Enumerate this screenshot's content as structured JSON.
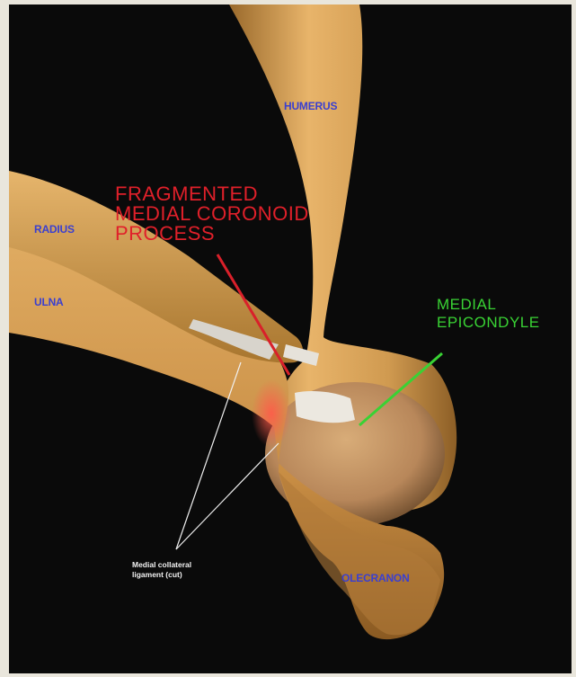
{
  "labels": {
    "humerus": "HUMERUS",
    "radius": "RADIUS",
    "ulna": "ULNA",
    "olecranon": "OLECRANON",
    "coronoid_line1": "FRAGMENTED",
    "coronoid_line2": "MEDIAL CORONOID",
    "coronoid_line3": "PROCESS",
    "epicondyle_line1": "MEDIAL",
    "epicondyle_line2": "EPICONDYLE",
    "ligament_line1": "Medial collateral",
    "ligament_line2": "ligament (cut)"
  },
  "colors": {
    "bone": "#d9a35a",
    "background": "#0a0a0a",
    "coronoid_pointer": "#d9202a",
    "epicondyle_pointer": "#39d234",
    "ligament_pointer": "#f0f0f0",
    "bone_label": "#3a3fd0"
  }
}
